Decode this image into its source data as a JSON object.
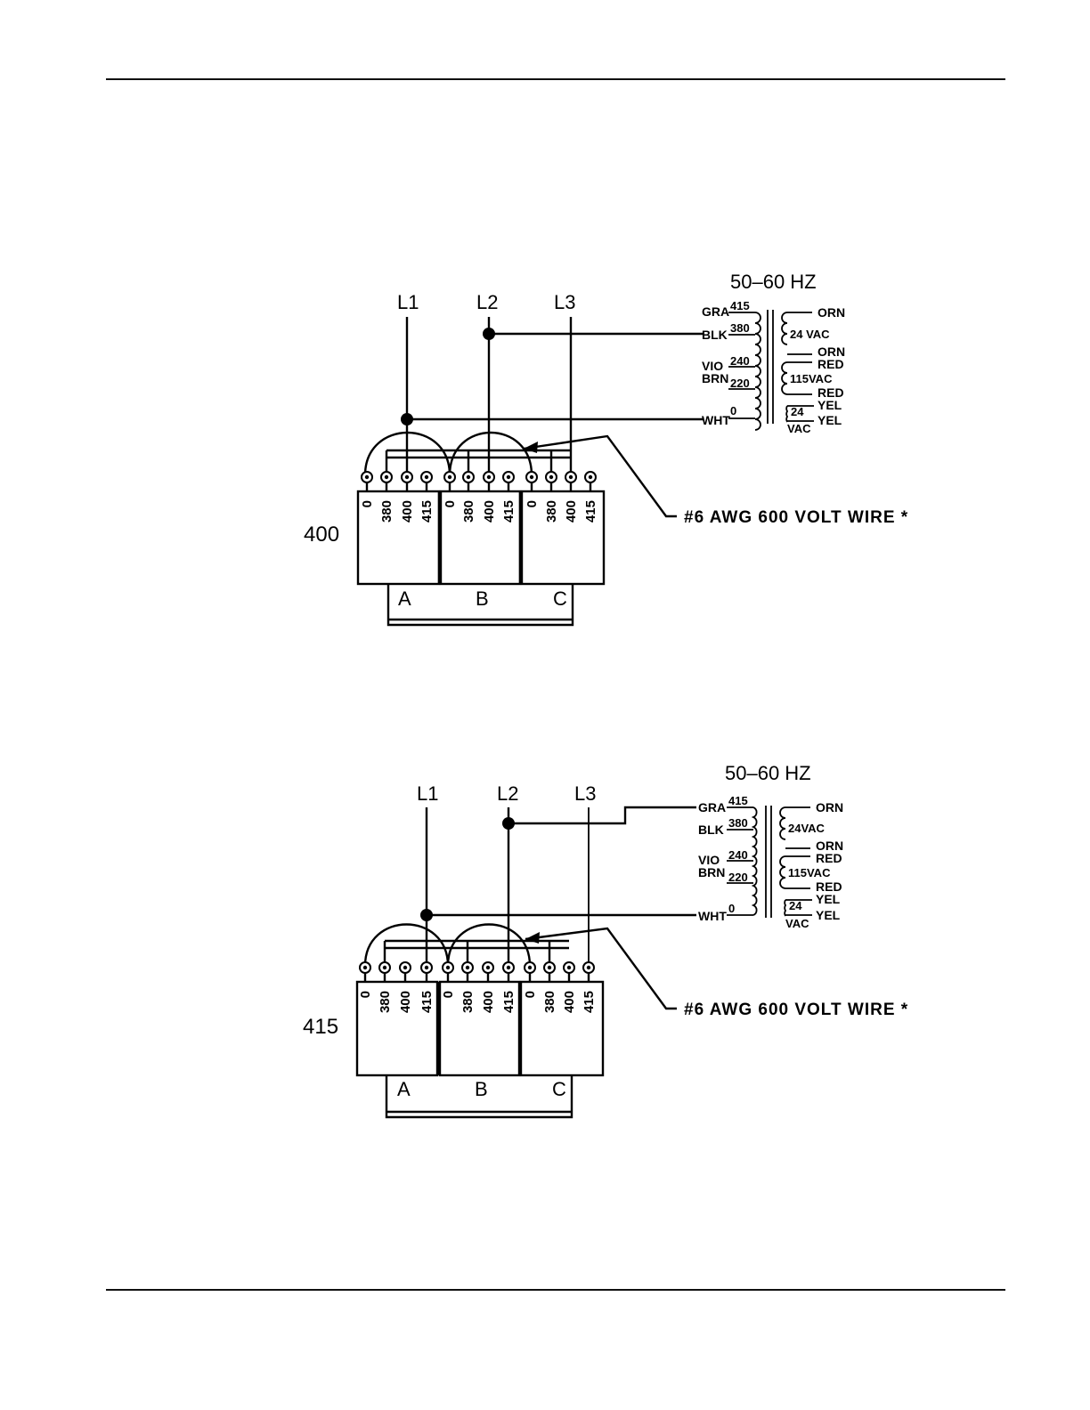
{
  "page": {
    "top_rule": true,
    "bottom_rule": true
  },
  "diagrams": [
    {
      "voltage_label": "400",
      "frequency": "50–60  HZ",
      "lines": [
        "L1",
        "L2",
        "L3"
      ],
      "transformers": [
        "A",
        "B",
        "C"
      ],
      "taps": [
        "0",
        "380",
        "400",
        "415"
      ],
      "wire_note": "#6  AWG  600  VOLT  WIRE  *",
      "primary_leads": [
        "GRA",
        "BLK",
        "VIO",
        "BRN",
        "WHT"
      ],
      "primary_taps": [
        "415",
        "380",
        "240",
        "220",
        "0"
      ],
      "secondary_leads": [
        "ORN",
        "ORN",
        "RED",
        "RED",
        "YEL",
        "YEL"
      ],
      "secondary_outputs": [
        "24  VAC",
        "115VAC",
        "24",
        "VAC"
      ]
    },
    {
      "voltage_label": "415",
      "frequency": "50–60  HZ",
      "lines": [
        "L1",
        "L2",
        "L3"
      ],
      "transformers": [
        "A",
        "B",
        "C"
      ],
      "taps": [
        "0",
        "380",
        "400",
        "415"
      ],
      "wire_note": "#6  AWG  600  VOLT  WIRE  *",
      "primary_leads": [
        "GRA",
        "BLK",
        "VIO",
        "BRN",
        "WHT"
      ],
      "primary_taps": [
        "415",
        "380",
        "240",
        "220",
        "0"
      ],
      "secondary_leads": [
        "ORN",
        "ORN",
        "RED",
        "RED",
        "YEL",
        "YEL"
      ],
      "secondary_outputs": [
        "24VAC",
        "115VAC",
        "24",
        "VAC"
      ]
    }
  ]
}
